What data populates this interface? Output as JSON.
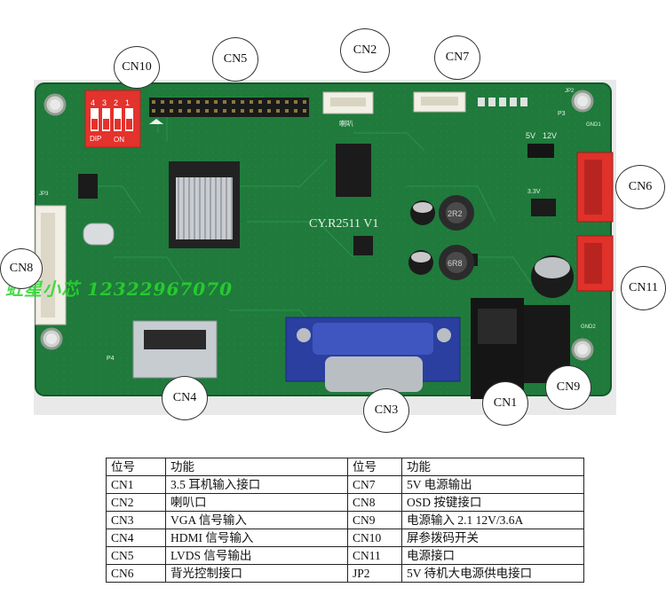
{
  "board": {
    "model_label": "CY.R2511 V1",
    "watermark": "虹星小芯   12322967070",
    "silk": {
      "dip_on": "ON",
      "dip_label": "DIP",
      "dip_numbers": [
        "1",
        "2",
        "3",
        "4"
      ],
      "gnd1": "GND1",
      "gnd2": "GND2",
      "p3": "P3",
      "p4": "P4",
      "speaker": "喇叭",
      "v5": "5V",
      "v12": "12V",
      "v33": "3.3V",
      "coil1": "2R2",
      "coil2": "6R8",
      "jp3": "JP3",
      "jp2": "JP2"
    }
  },
  "callouts": [
    "CN10",
    "CN5",
    "CN2",
    "CN7",
    "CN6",
    "CN8",
    "CN11",
    "CN4",
    "CN3",
    "CN1",
    "CN9"
  ],
  "table": {
    "rows": [
      [
        "位号",
        "功能",
        "位号",
        "功能"
      ],
      [
        "CN1",
        "3.5 耳机输入接口",
        "CN7",
        "5V 电源输出"
      ],
      [
        "CN2",
        "喇叭口",
        "CN8",
        "OSD 按键接口"
      ],
      [
        "CN3",
        "VGA 信号输入",
        "CN9",
        "电源输入 2.1     12V/3.6A"
      ],
      [
        "CN4",
        "HDMI 信号输入",
        "CN10",
        "屏参拨码开关"
      ],
      [
        "CN5",
        "LVDS 信号输出",
        "CN11",
        "电源接口"
      ],
      [
        "CN6",
        "背光控制接口",
        "JP2",
        "5V 待机大电源供电接口"
      ]
    ]
  },
  "colors": {
    "pcb": "#1f7a3c",
    "pcb_dark": "#15602c",
    "dip": "#e4322c",
    "vga": "#2a3fa0",
    "red_connector": "#e0312a",
    "white_connector": "#f1efe6"
  }
}
